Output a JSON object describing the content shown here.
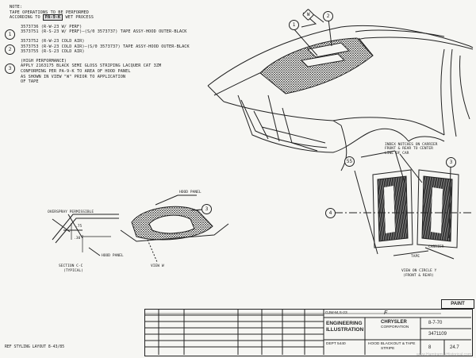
{
  "notes": {
    "heading": "NOTE:",
    "line_a": "TAPE OPERATIONS TO BE PERFORMED",
    "line_b_pre": "ACCORDING TO",
    "line_b_box": "PA-9-K",
    "line_b_post": "WET PROCESS",
    "item1_num": "1",
    "item1_lines": [
      "3573736 (R-W-23 W/ PERF)",
      "3573751 (R-S-23 W/ PERF)"
    ],
    "item1_desc": "(S/0 3573737) TAPE ASSY-HOOD OUTER-BLACK",
    "item2_num": "2",
    "item2_lines": [
      "3573752 (R-W-23 COLD AIR)",
      "3573753 (R-W-23 COLD AIR)",
      "3573755 (R-S-23 COLD AIR)"
    ],
    "item2_desc": "(S/0 3573737) TAPE ASSY-HOOD OUTER-BLACK",
    "item3_num": "3",
    "item3_lines": [
      "(HIGH PERFORMANCE)",
      "APPLY 2163175 BLACK SEMI GLOSS STRIPING LACQUER CAT 3ZM",
      "CONFORMING PER PA-9-K TO AREA OF HOOD PANEL",
      "AS SHOWN IN VIEW \"W\" PRIOR TO APPLICATION",
      "OF TAPE"
    ]
  },
  "callouts": {
    "c1": "1",
    "c2": "2",
    "c3": "3",
    "c3b": "3",
    "w": "W",
    "s55": "55",
    "s3": "3",
    "s4": "4"
  },
  "labels": {
    "index_notches": [
      "INDEX NOTCHES ON CARRIER",
      "FRONT & REAR TO CENTER",
      "LINE OF CAR"
    ],
    "overspray": "OVERSPRAY PERMISSIBLE",
    "dim_75": ".75",
    "dim_30": ".30",
    "hood_panel_top": "HOOD PANEL",
    "hood_panel_section": "HOOD PANEL",
    "section_title": "SECTION C-C",
    "section_sub": "(TYPICAL)",
    "view_w": "VIEW W",
    "carrier": "CARRIER",
    "tape": "TAPE",
    "view_circle": "VIEW ON CIRCLE  Y",
    "view_circle_sub": "(FRONT & REAR)"
  },
  "title_block": {
    "paint": "PAINT",
    "model": "GJW-M,S-23",
    "engineering": "ENGINEERING",
    "illustration": "ILLUSTRATION",
    "dept": "DEPT 5440",
    "company": "CHRYSLER",
    "company_sub": "CORPORATION",
    "title_1": "HOOD BLACKOUT & TAPE",
    "title_2": "STRIPE",
    "date": "8-7-70",
    "dwg_no": "3471109",
    "sheet": "8",
    "rev": "24.7",
    "signature": "F"
  },
  "footer": {
    "ref": "REF  STYLING LAYOUT 8-43/85"
  },
  "watermark": "www.HamtramckHistorical.com"
}
